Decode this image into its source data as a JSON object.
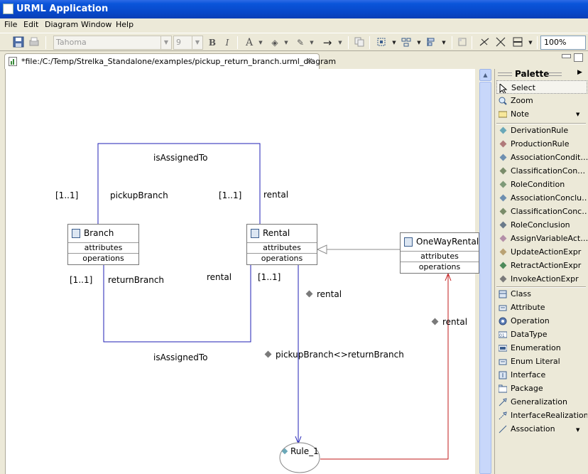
{
  "window": {
    "title": "URML Application"
  },
  "menu": [
    "File",
    "Edit",
    "Diagram",
    "Window",
    "Help"
  ],
  "toolbar": {
    "font_name": "Tahoma",
    "font_size": "9",
    "zoom": "100%"
  },
  "editor": {
    "tab_label": "*file:/C:/Temp/Strelka_Standalone/examples/pickup_return_branch.urml_diagram"
  },
  "diagram": {
    "classes": [
      {
        "name": "Branch",
        "comp1": "attributes",
        "comp2": "operations"
      },
      {
        "name": "Rental",
        "comp1": "attributes",
        "comp2": "operations"
      },
      {
        "name": "OneWayRental",
        "comp1": "attributes",
        "comp2": "operations"
      }
    ],
    "labels": {
      "is_assigned_to_top": "isAssignedTo",
      "is_assigned_to_bottom": "isAssignedTo",
      "mult_pickup_left": "[1..1]",
      "pickup_branch": "pickupBranch",
      "mult_pickup_right": "[1..1]",
      "rental_top": "rental",
      "mult_return_left": "[1..1]",
      "return_branch": "returnBranch",
      "rental_bottom": "rental",
      "mult_return_right": "[1..1]"
    },
    "rule_labels": {
      "rental_mid": "rental",
      "rental_right": "rental",
      "pickup_neq_return": "pickupBranch<>returnBranch"
    },
    "rule_name": "Rule_1",
    "colors": {
      "association": "#1F1FB5",
      "rule_out": "#C21A1A",
      "generalization": "#8C8C8C"
    }
  },
  "palette": {
    "title": "Palette",
    "tools": [
      {
        "label": "Select",
        "icon": "arrow-cursor-icon"
      },
      {
        "label": "Zoom",
        "icon": "zoom-icon"
      },
      {
        "label": "Note",
        "icon": "note-icon"
      }
    ],
    "rules": [
      {
        "label": "DerivationRule",
        "color": "#6AA8B8"
      },
      {
        "label": "ProductionRule",
        "color": "#B07A7A"
      },
      {
        "label": "AssociationCondit…",
        "color": "#6E8FB0"
      },
      {
        "label": "ClassificationCon…",
        "color": "#7A8C6A"
      },
      {
        "label": "RoleCondition",
        "color": "#7E9A78"
      },
      {
        "label": "AssociationConclu…",
        "color": "#6E8FB0"
      },
      {
        "label": "ClassificationConc…",
        "color": "#7A8C6A"
      },
      {
        "label": "RoleConclusion",
        "color": "#6A7A8A"
      },
      {
        "label": "AssignVariableAct…",
        "color": "#B48FA8"
      },
      {
        "label": "UpdateActionExpr",
        "color": "#B9A274"
      },
      {
        "label": "RetractActionExpr",
        "color": "#4D8A5A"
      },
      {
        "label": "InvokeActionExpr",
        "color": "#7A7A7A"
      }
    ],
    "model": [
      {
        "label": "Class",
        "icon": "class-icon"
      },
      {
        "label": "Attribute",
        "icon": "attribute-icon"
      },
      {
        "label": "Operation",
        "icon": "operation-icon"
      },
      {
        "label": "DataType",
        "icon": "datatype-icon"
      },
      {
        "label": "Enumeration",
        "icon": "enumeration-icon"
      },
      {
        "label": "Enum Literal",
        "icon": "enum-literal-icon"
      },
      {
        "label": "Interface",
        "icon": "interface-icon"
      },
      {
        "label": "Package",
        "icon": "package-icon"
      },
      {
        "label": "Generalization",
        "icon": "generalization-icon"
      },
      {
        "label": "InterfaceRealization",
        "icon": "interface-realization-icon"
      },
      {
        "label": "Association",
        "icon": "association-icon"
      }
    ]
  }
}
